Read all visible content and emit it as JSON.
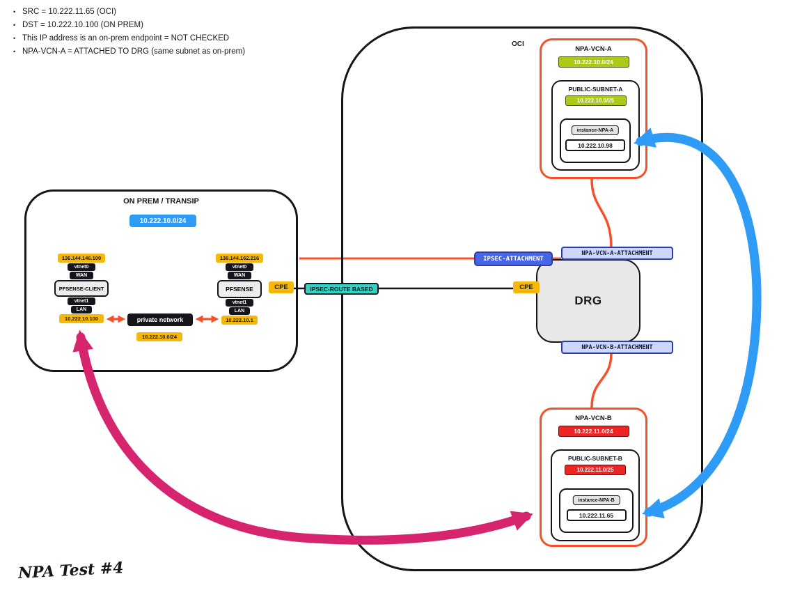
{
  "notes": {
    "items": [
      "SRC = 10.222.11.65 (OCI)",
      "DST = 10.222.10.100 (ON PREM)",
      "This IP address is an on-prem endpoint = NOT CHECKED",
      "NPA-VCN-A =  ATTACHED TO DRG (same subnet as on-prem)"
    ]
  },
  "caption": "NPA Test #4",
  "onprem": {
    "title": "ON PREM / TRANSIP",
    "cidr": "10.222.10.0/24",
    "client": {
      "wan_ip": "136.144.146.100",
      "if0": "vtnet0",
      "if0_role": "WAN",
      "name": "PFSENSE-CLIENT",
      "if1": "vtnet1",
      "if1_role": "LAN",
      "lan_ip": "10.222.10.100"
    },
    "gateway": {
      "wan_ip": "136.144.162.216",
      "if0": "vtnet0",
      "if0_role": "WAN",
      "name": "PFSENSE",
      "if1": "vtnet1",
      "if1_role": "LAN",
      "lan_ip": "10.222.10.1"
    },
    "private_link": {
      "label": "private network",
      "cidr": "10.222.10.0/24"
    }
  },
  "links": {
    "cpe_left": "CPE",
    "cpe_right": "CPE",
    "ipsec_route": "IPSEC-ROUTE BASED",
    "ipsec_attachment": "IPSEC-ATTACHMENT"
  },
  "oci": {
    "label": "OCI",
    "drg_label": "DRG",
    "attachments": {
      "a": "NPA-VCN-A-ATTACHMENT",
      "b": "NPA-VCN-B-ATTACHMENT"
    },
    "vcn_a": {
      "title": "NPA-VCN-A",
      "cidr": "10.222.10.0/24",
      "subnet": {
        "title": "PUBLIC-SUBNET-A",
        "cidr": "10.222.10.0/25",
        "instance": {
          "name": "instance-NPA-A",
          "ip": "10.222.10.98"
        }
      }
    },
    "vcn_b": {
      "title": "NPA-VCN-B",
      "cidr": "10.222.11.0/24",
      "subnet": {
        "title": "PUBLIC-SUBNET-B",
        "cidr": "10.222.11.0/25",
        "instance": {
          "name": "instance-NPA-B",
          "ip": "10.222.11.65"
        }
      }
    }
  },
  "colors": {
    "vcn_border": "#f4502a",
    "connector_orange": "#f4502a",
    "arrow_blue": "#2e9cf6",
    "arrow_pink": "#d6246e",
    "badge_yellow": "#f6b70b",
    "badge_green": "#abc916",
    "badge_red": "#ee2525",
    "badge_blue": "#2e9cf6",
    "badge_teal": "#33d1c4",
    "attachment_fill": "#4666e5",
    "attachment_light": "#cdd7fb",
    "attachment_border": "#2b3db0",
    "drg_fill": "#e8e8e8"
  }
}
